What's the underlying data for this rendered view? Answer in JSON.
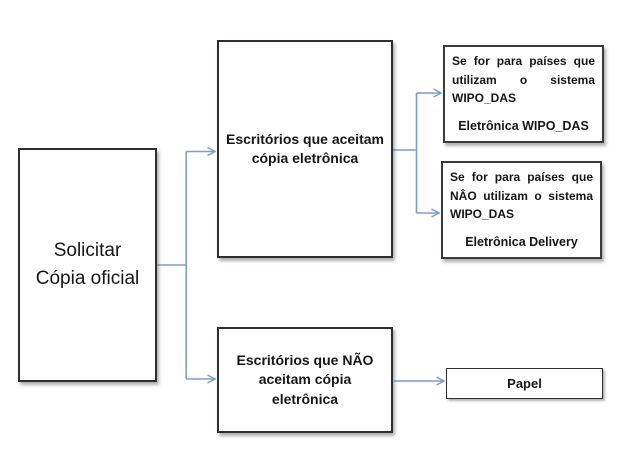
{
  "colors": {
    "connector": "#7E9EC6",
    "box_border": "#2e2e2e"
  },
  "nodes": {
    "root": {
      "label": "Solicitar\nCópia oficial"
    },
    "accept": {
      "label": "Escritórios que aceitam\ncópia eletrônica"
    },
    "reject": {
      "label": "Escritórios que NÃO\naceitam cópia\neletrônica"
    },
    "das": {
      "condition": "Se for para países que utilizam o sistema WIPO_DAS",
      "result": "Eletrônica WIPO_DAS"
    },
    "no_das": {
      "condition": "Se for para países que NÂO utilizam o sistema WIPO_DAS",
      "result": "Eletrônica Delivery"
    },
    "paper": {
      "label": "Papel"
    }
  }
}
